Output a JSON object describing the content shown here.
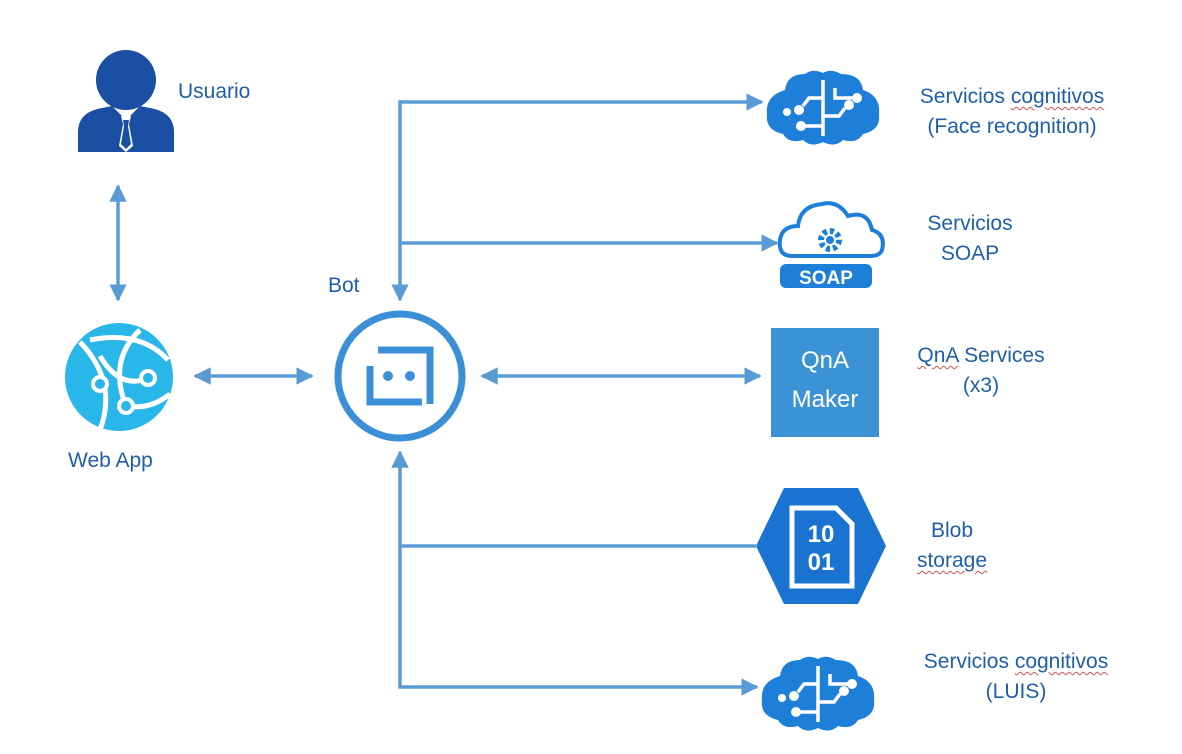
{
  "nodes": {
    "user": {
      "label": "Usuario",
      "icon": "user-icon"
    },
    "web_app": {
      "label": "Web App",
      "icon": "web-app-globe-icon"
    },
    "bot": {
      "label": "Bot",
      "icon": "bot-icon"
    },
    "cognitive_face": {
      "line1_a": "Servicios ",
      "line1_b": "cognitivos",
      "line2": "(Face recognition)",
      "icon": "brain-circuit-icon"
    },
    "soap": {
      "line1": "Servicios",
      "line2": "SOAP",
      "badge": "SOAP",
      "icon": "cloud-gear-icon"
    },
    "qna": {
      "line1_a": "QnA",
      "line1_b": " Services",
      "line2": "(x3)",
      "tile_line1": "QnA",
      "tile_line2": "Maker",
      "icon": "qna-maker-tile"
    },
    "blob": {
      "line1": "Blob",
      "line2": "storage",
      "icon_text_1": "10",
      "icon_text_2": "01",
      "icon": "blob-storage-icon"
    },
    "cognitive_luis": {
      "line1_a": "Servicios ",
      "line1_b": "cognitivos",
      "line2": "(LUIS)",
      "icon": "brain-circuit-icon"
    }
  },
  "colors": {
    "arrow": "#5b9bd5",
    "label": "#1f5fa8",
    "user_icon": "#1a4fa3",
    "webapp_icon": "#29b6e8",
    "bot_icon": "#3c8fd6",
    "azure_blue": "#1e7fd8",
    "qna_tile": "#3b93d6",
    "blob_hex": "#1a73d0",
    "spellcheck": "#d9534f"
  }
}
